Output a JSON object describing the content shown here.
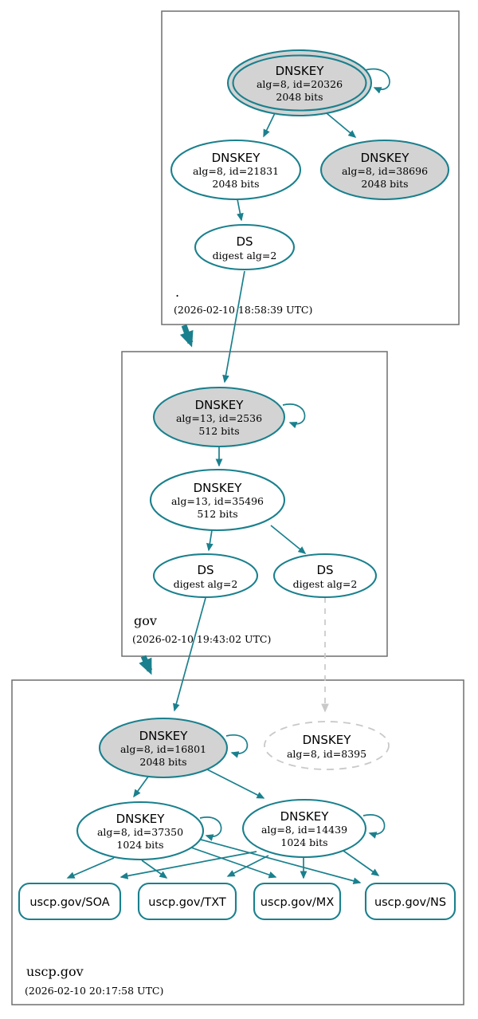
{
  "palette": {
    "edge_teal": "#1a808d",
    "node_fill_gray": "#d3d3d3",
    "node_fill_white": "#ffffff",
    "dashed_gray": "#c9c9c9",
    "zone_box_border": "#6f6f6f",
    "text": "#000000"
  },
  "zones": {
    "root": {
      "name": ".",
      "timestamp": "(2026-02-10 18:58:39 UTC)"
    },
    "gov": {
      "name": "gov",
      "timestamp": "(2026-02-10 19:43:02 UTC)"
    },
    "uscp": {
      "name": "uscp.gov",
      "timestamp": "(2026-02-10 20:17:58 UTC)"
    }
  },
  "nodes": {
    "root_ksk": {
      "title": "DNSKEY",
      "detail": "alg=8, id=20326",
      "bits": "2048 bits"
    },
    "root_zsk": {
      "title": "DNSKEY",
      "detail": "alg=8, id=21831",
      "bits": "2048 bits"
    },
    "root_ksk2": {
      "title": "DNSKEY",
      "detail": "alg=8, id=38696",
      "bits": "2048 bits"
    },
    "root_ds": {
      "title": "DS",
      "detail": "digest alg=2"
    },
    "gov_ksk": {
      "title": "DNSKEY",
      "detail": "alg=13, id=2536",
      "bits": "512 bits"
    },
    "gov_zsk": {
      "title": "DNSKEY",
      "detail": "alg=13, id=35496",
      "bits": "512 bits"
    },
    "gov_ds_left": {
      "title": "DS",
      "detail": "digest alg=2"
    },
    "gov_ds_right": {
      "title": "DS",
      "detail": "digest alg=2"
    },
    "uscp_ksk": {
      "title": "DNSKEY",
      "detail": "alg=8, id=16801",
      "bits": "2048 bits"
    },
    "uscp_missing": {
      "title": "DNSKEY",
      "detail": "alg=8, id=8395"
    },
    "uscp_zsk1": {
      "title": "DNSKEY",
      "detail": "alg=8, id=37350",
      "bits": "1024 bits"
    },
    "uscp_zsk2": {
      "title": "DNSKEY",
      "detail": "alg=8, id=14439",
      "bits": "1024 bits"
    }
  },
  "rrsets": {
    "soa": {
      "label": "uscp.gov/SOA"
    },
    "txt": {
      "label": "uscp.gov/TXT"
    },
    "mx": {
      "label": "uscp.gov/MX"
    },
    "ns": {
      "label": "uscp.gov/NS"
    }
  }
}
